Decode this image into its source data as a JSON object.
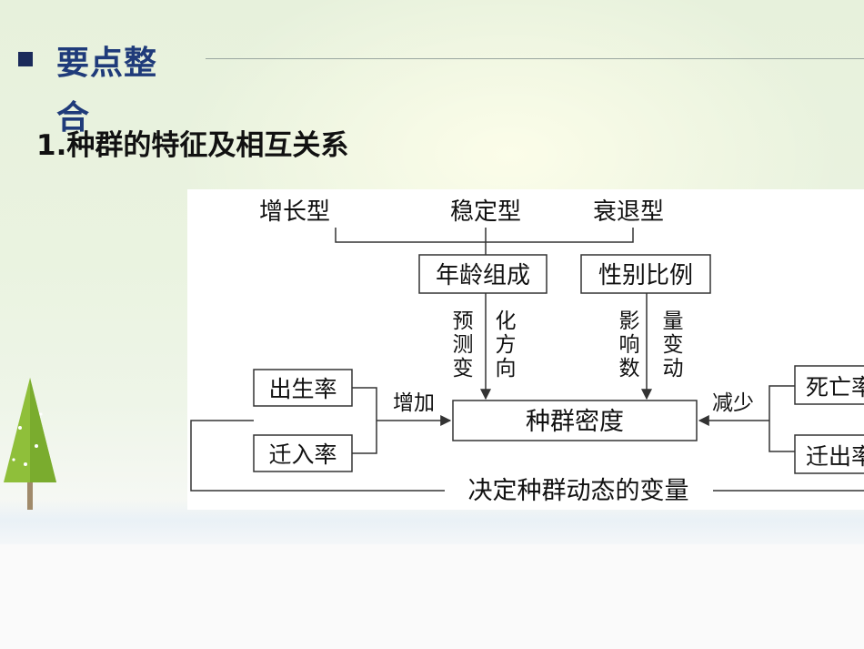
{
  "header": {
    "section_title": "要点整合",
    "subtitle": "1.种群的特征及相互关系"
  },
  "diagram": {
    "age_types": [
      "增长型",
      "稳定型",
      "衰退型"
    ],
    "age_structure": "年龄组成",
    "sex_ratio": "性别比例",
    "predict_label": [
      "预",
      "测",
      "变"
    ],
    "trend_label": [
      "化",
      "方",
      "向"
    ],
    "affect_label": [
      "影",
      "响",
      "数"
    ],
    "quantity_label": [
      "量",
      "变",
      "动"
    ],
    "birth_rate": "出生率",
    "immigration_rate": "迁入率",
    "death_rate": "死亡率",
    "emigration_rate": "迁出率",
    "increase": "增加",
    "decrease": "减少",
    "density": "种群密度",
    "determine": "决定种群动态的变量"
  },
  "colors": {
    "title": "#1f3b7a",
    "bullet": "#1a2a5a",
    "diagram_line": "#333333",
    "tree": "#8fbf3a"
  }
}
